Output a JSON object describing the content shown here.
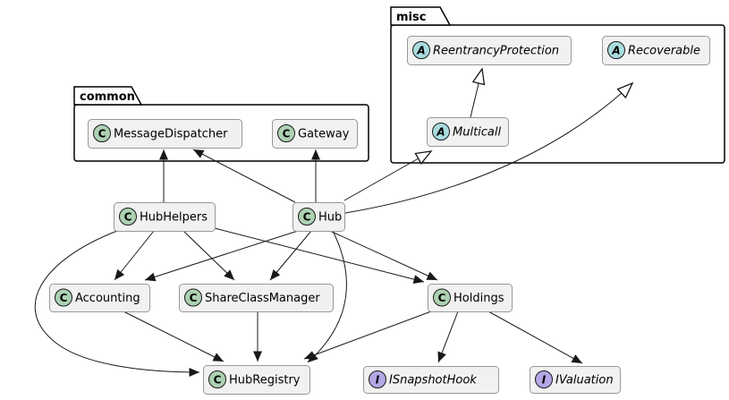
{
  "diagram": {
    "kind": "uml-class-diagram",
    "background": "#FFFFFF"
  },
  "packages": [
    {
      "id": "common",
      "label": "common"
    },
    {
      "id": "misc",
      "label": "misc"
    }
  ],
  "nodes": [
    {
      "id": "MessageDispatcher",
      "label": "MessageDispatcher",
      "kind": "class",
      "icon_letter": "C",
      "package": "common"
    },
    {
      "id": "Gateway",
      "label": "Gateway",
      "kind": "class",
      "icon_letter": "C",
      "package": "common"
    },
    {
      "id": "ReentrancyProtection",
      "label": "ReentrancyProtection",
      "kind": "abstract",
      "icon_letter": "A",
      "package": "misc"
    },
    {
      "id": "Recoverable",
      "label": "Recoverable",
      "kind": "abstract",
      "icon_letter": "A",
      "package": "misc"
    },
    {
      "id": "Multicall",
      "label": "Multicall",
      "kind": "abstract",
      "icon_letter": "A",
      "package": "misc"
    },
    {
      "id": "HubHelpers",
      "label": "HubHelpers",
      "kind": "class",
      "icon_letter": "C",
      "package": null
    },
    {
      "id": "Hub",
      "label": "Hub",
      "kind": "class",
      "icon_letter": "C",
      "package": null
    },
    {
      "id": "Accounting",
      "label": "Accounting",
      "kind": "class",
      "icon_letter": "C",
      "package": null
    },
    {
      "id": "ShareClassManager",
      "label": "ShareClassManager",
      "kind": "class",
      "icon_letter": "C",
      "package": null
    },
    {
      "id": "Holdings",
      "label": "Holdings",
      "kind": "class",
      "icon_letter": "C",
      "package": null
    },
    {
      "id": "HubRegistry",
      "label": "HubRegistry",
      "kind": "class",
      "icon_letter": "C",
      "package": null
    },
    {
      "id": "ISnapshotHook",
      "label": "ISnapshotHook",
      "kind": "interface",
      "icon_letter": "I",
      "package": null
    },
    {
      "id": "IValuation",
      "label": "IValuation",
      "kind": "interface",
      "icon_letter": "I",
      "package": null
    }
  ],
  "edges": [
    {
      "from": "HubHelpers",
      "to": "MessageDispatcher",
      "type": "dependency"
    },
    {
      "from": "Hub",
      "to": "MessageDispatcher",
      "type": "dependency"
    },
    {
      "from": "Hub",
      "to": "Gateway",
      "type": "dependency"
    },
    {
      "from": "Multicall",
      "to": "ReentrancyProtection",
      "type": "inheritance"
    },
    {
      "from": "Hub",
      "to": "Multicall",
      "type": "inheritance"
    },
    {
      "from": "Hub",
      "to": "Recoverable",
      "type": "inheritance"
    },
    {
      "from": "HubHelpers",
      "to": "Accounting",
      "type": "dependency"
    },
    {
      "from": "HubHelpers",
      "to": "ShareClassManager",
      "type": "dependency"
    },
    {
      "from": "HubHelpers",
      "to": "Holdings",
      "type": "dependency"
    },
    {
      "from": "HubHelpers",
      "to": "HubRegistry",
      "type": "dependency"
    },
    {
      "from": "Hub",
      "to": "Accounting",
      "type": "dependency"
    },
    {
      "from": "Hub",
      "to": "ShareClassManager",
      "type": "dependency"
    },
    {
      "from": "Hub",
      "to": "Holdings",
      "type": "dependency"
    },
    {
      "from": "Hub",
      "to": "HubRegistry",
      "type": "dependency"
    },
    {
      "from": "Accounting",
      "to": "HubRegistry",
      "type": "dependency"
    },
    {
      "from": "ShareClassManager",
      "to": "HubRegistry",
      "type": "dependency"
    },
    {
      "from": "Holdings",
      "to": "HubRegistry",
      "type": "dependency"
    },
    {
      "from": "Holdings",
      "to": "ISnapshotHook",
      "type": "dependency"
    },
    {
      "from": "Holdings",
      "to": "IValuation",
      "type": "dependency"
    }
  ],
  "colors": {
    "node_fill": "#F1F1F1",
    "node_border": "#989898",
    "class_icon_fill": "#ADD1B2",
    "abstract_icon_fill": "#A9DCDF",
    "interface_icon_fill": "#B4A7E5",
    "icon_border": "#181818",
    "line": "#181818",
    "package_border": "#000000",
    "text": "#000000"
  }
}
